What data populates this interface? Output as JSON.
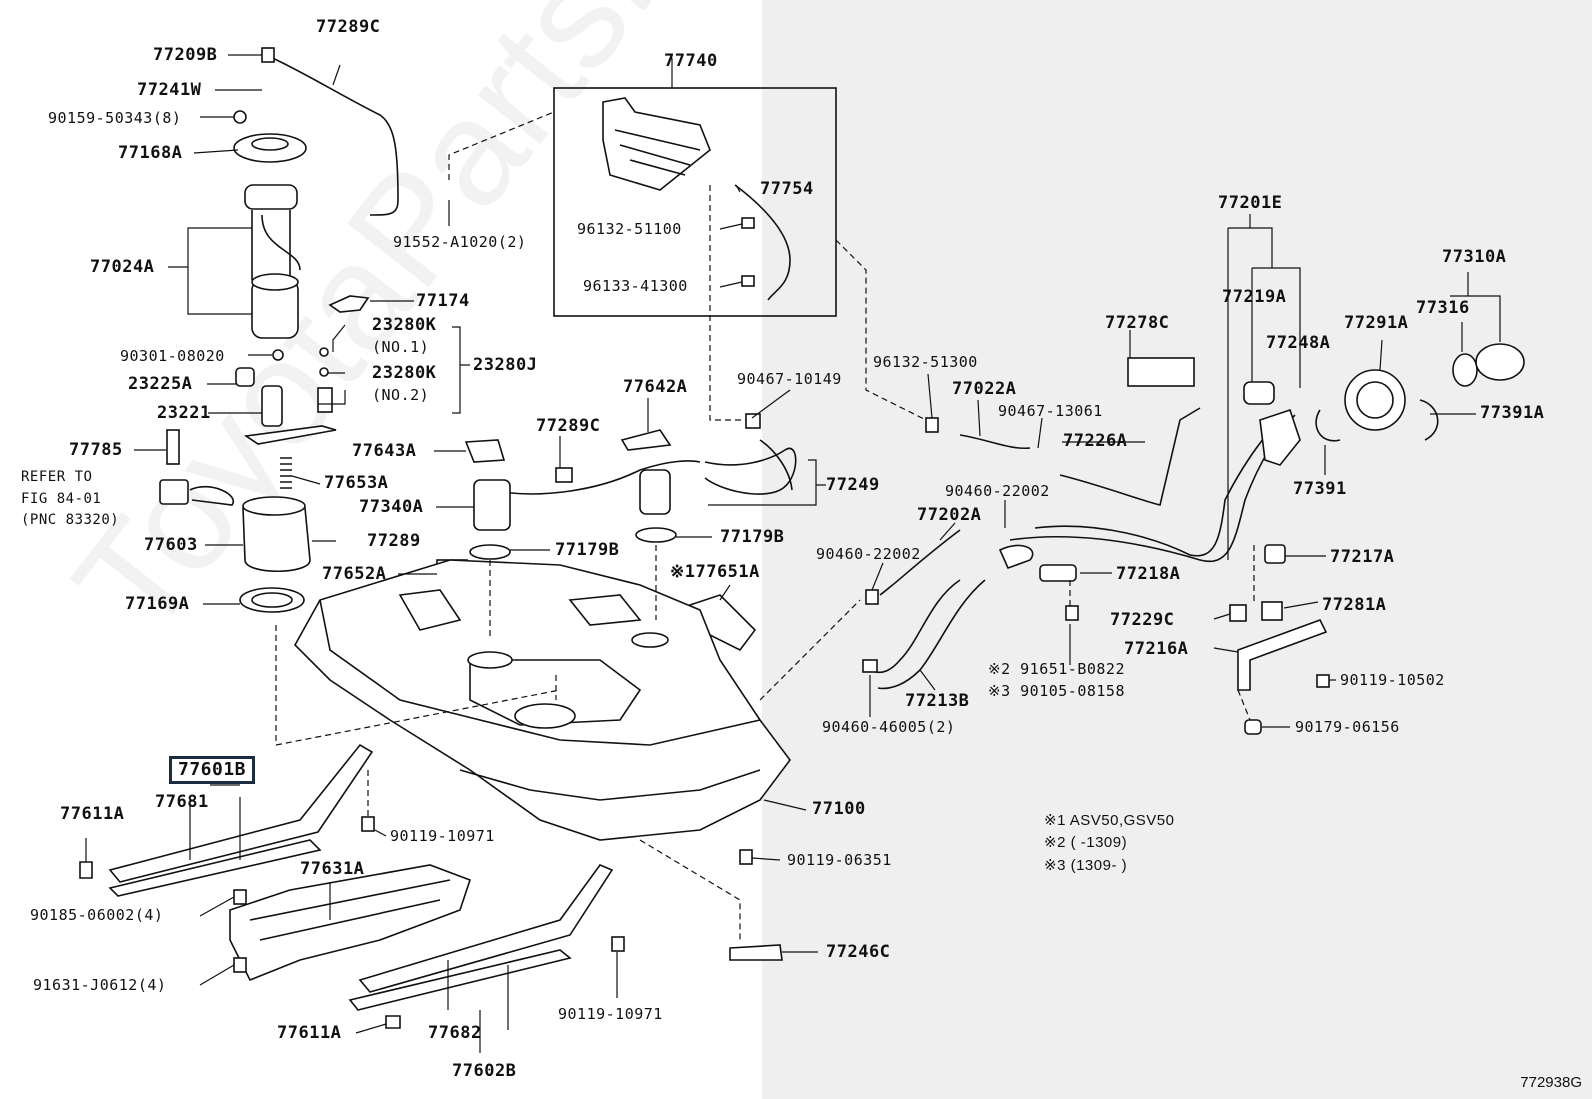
{
  "watermark": "ToyotaPartsMine.ru",
  "figure_id": "772938G",
  "highlight_color": "#1b2b40",
  "notes": [
    "※1 ASV50,GSV50",
    "※2 (        -1309)",
    "※3 (1309-        )"
  ],
  "refer": [
    "REFER TO",
    "FIG 84-01",
    "(PNC 83320)"
  ],
  "labels": {
    "p77289C_top": "77289C",
    "p77209B": "77209B",
    "p77241W": "77241W",
    "p90159": "90159-50343(8)",
    "p77168A": "77168A",
    "p77024A": "77024A",
    "p77174": "77174",
    "p23280K1": "23280K",
    "p23280K1n": "(NO.1)",
    "p23280K2": "23280K",
    "p23280K2n": "(NO.2)",
    "p23280J": "23280J",
    "p90301": "90301-08020",
    "p23225A": "23225A",
    "p23221": "23221",
    "p77785": "77785",
    "p77653A": "77653A",
    "p77603": "77603",
    "p77289": "77289",
    "p77169A": "77169A",
    "p77740": "77740",
    "p77754": "77754",
    "p96132a": "96132-51100",
    "p96133": "96133-41300",
    "p91552": "91552-A1020(2)",
    "p77642A": "77642A",
    "p77289C_mid": "77289C",
    "p77643A": "77643A",
    "p77340A": "77340A",
    "p77179B_l": "77179B",
    "p77179B_r": "77179B",
    "p77652A": "77652A",
    "p77651A": "※177651A",
    "p90467a": "90467-10149",
    "p77249": "77249",
    "p96132b": "96132-51300",
    "p77022A": "77022A",
    "p90467b": "90467-13061",
    "p77226A": "77226A",
    "p77278C": "77278C",
    "p90460a": "90460-22002",
    "p90460b": "90460-22002",
    "p77202A": "77202A",
    "p77218A": "77218A",
    "p77213B": "77213B",
    "p90460c": "90460-46005(2)",
    "p91651": "※2 91651-B0822",
    "p90105": "※3 90105-08158",
    "p77201E": "77201E",
    "p77219A": "77219A",
    "p77248A": "77248A",
    "p77291A": "77291A",
    "p77310A": "77310A",
    "p77316": "77316",
    "p77391A": "77391A",
    "p77391": "77391",
    "p77217A": "77217A",
    "p77281A": "77281A",
    "p77229C": "77229C",
    "p77216A": "77216A",
    "p90119a": "90119-10502",
    "p90179": "90179-06156",
    "p77601B": "77601B",
    "p77681": "77681",
    "p77611A_l": "77611A",
    "p90119b": "90119-10971",
    "p77100": "77100",
    "p77631A": "77631A",
    "p90185": "90185-06002(4)",
    "p91631": "91631-J0612(4)",
    "p90119c": "90119-06351",
    "p77246C": "77246C",
    "p90119d": "90119-10971",
    "p77611A_b": "77611A",
    "p77682": "77682",
    "p77602B": "77602B"
  }
}
